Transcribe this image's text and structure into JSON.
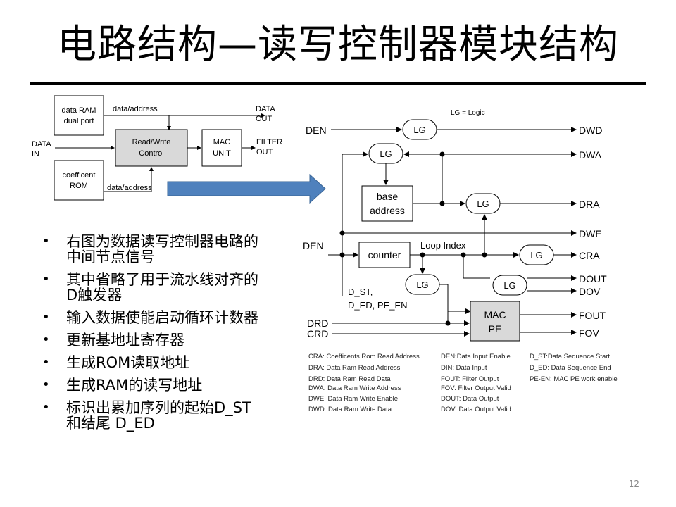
{
  "slide": {
    "title": "电路结构—读写控制器模块结构",
    "page_number": "12"
  },
  "bullets": [
    "右图为数据读写控制器电路的中间节点信号",
    "其中省略了用于流水线对齐的D触发器",
    "输入数据使能启动循环计数器",
    "更新基地址寄存器",
    "生成ROM读取地址",
    "生成RAM的读写地址",
    "标识出累加序列的起始D_ST 和结尾 D_ED"
  ],
  "block_diagram": {
    "data_ram": [
      "data RAM",
      "dual port"
    ],
    "rw_control": [
      "Read/Write",
      "Control"
    ],
    "mac_unit": [
      "MAC",
      "UNIT"
    ],
    "coef_rom": [
      "coefficent",
      "ROM"
    ],
    "data_in": [
      "DATA",
      "IN"
    ],
    "data_out": [
      "DATA",
      "OUT"
    ],
    "filter_out": [
      "FILTER",
      "OUT"
    ],
    "label_top": "data/address",
    "label_bottom": "data/address",
    "arrow_color": "#4f81bd"
  },
  "circuit": {
    "note": "LG = Logic",
    "lg": "LG",
    "base_address": [
      "base",
      "address"
    ],
    "counter": "counter",
    "loop_index": "Loop Index",
    "mac_pe": [
      "MAC",
      "PE"
    ],
    "d_st_label": [
      "D_ST,",
      "D_ED, PE_EN"
    ],
    "inputs": {
      "den_top": "DEN",
      "den": "DEN",
      "drd": "DRD",
      "crd": "CRD"
    },
    "outputs": {
      "dwd": "DWD",
      "dwa": "DWA",
      "dra": "DRA",
      "dwe": "DWE",
      "cra": "CRA",
      "dout": "DOUT",
      "dov": "DOV",
      "fout": "FOUT",
      "fov": "FOV"
    },
    "mac_fill": "#d9d9d9"
  },
  "legend": {
    "col1": [
      "CRA: Coefficents Rom Read Address",
      "DRA: Data Ram Read Address",
      "DRD: Data Ram Read Data",
      "DWA: Data Ram Write Address",
      "DWE: Data Ram Write Enable",
      "DWD: Data Ram Write Data"
    ],
    "col2": [
      "DEN:Data Input Enable",
      "DIN: Data Input",
      "FOUT: Filter Output",
      "FOV: Filter Output Valid",
      "DOUT: Data Output",
      "DOV: Data Output Valid"
    ],
    "col3": [
      "D_ST:Data Sequence Start",
      "D_ED: Data Sequence End",
      "PE-EN: MAC PE work enable"
    ]
  }
}
